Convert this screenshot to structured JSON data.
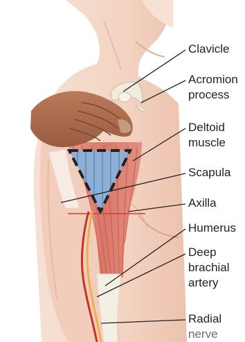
{
  "labels": {
    "clavicle": "Clavicle",
    "acromion_1": "Acromion",
    "acromion_2": "process",
    "deltoid_1": "Deltoid",
    "deltoid_2": "muscle",
    "scapula": "Scapula",
    "axilla": "Axilla",
    "humerus": "Humerus",
    "artery_1": "Deep",
    "artery_2": "brachial",
    "artery_3": "artery",
    "radial": "Radial",
    "nerve": "nerve"
  },
  "colors": {
    "skin": "#f3d3c2",
    "skin_shadow": "#e9b9a2",
    "hand": "#a86a4c",
    "muscle": "#d9786a",
    "triangle_fill": "#8fb0d6",
    "artery": "#c8302b",
    "nerve": "#e8b24a",
    "bone": "#f2ecdd",
    "leader": "#231f20"
  }
}
